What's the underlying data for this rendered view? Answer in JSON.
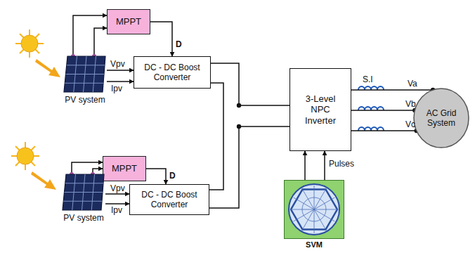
{
  "diagram": {
    "nodes": [
      {
        "text": [
          "MPPT"
        ]
      },
      {
        "text": [
          "PV system"
        ]
      },
      {
        "text": [
          "DC - DC Boost Converter"
        ]
      },
      {
        "text": [
          "3-Level NPC Inverter"
        ]
      },
      {
        "text": [
          "AC Grid System"
        ]
      },
      {
        "text": [
          "MPPT"
        ]
      },
      {
        "text": [
          "PV system"
        ]
      },
      {
        "text": [
          "DC - DC Boost Converter"
        ]
      },
      {
        "text": [
          "SVM"
        ]
      }
    ],
    "edges": [
      {
        "from": 1,
        "to": 0,
        "arrow": "to"
      },
      {
        "from": 1,
        "to": 0,
        "arrow": "to"
      },
      {
        "from": 1,
        "to": 2,
        "arrow": "to",
        "label": "Vpv"
      },
      {
        "from": 1,
        "to": 2,
        "arrow": "to",
        "label": "Ipv"
      },
      {
        "from": 0,
        "to": 2,
        "arrow": "to",
        "label": "D"
      },
      {
        "from": 2,
        "to": 3,
        "arrow": "none"
      },
      {
        "from": 2,
        "to": 7,
        "arrow": "none"
      },
      {
        "from": 7,
        "to": 3,
        "arrow": "none"
      },
      {
        "from": 3,
        "to": 4,
        "arrow": "none",
        "label": "Va"
      },
      {
        "from": 3,
        "to": 4,
        "arrow": "none",
        "label": "Vb"
      },
      {
        "from": 3,
        "to": 4,
        "arrow": "none",
        "label": "Vc"
      },
      {
        "from": 6,
        "to": 5,
        "arrow": "to"
      },
      {
        "from": 6,
        "to": 5,
        "arrow": "to"
      },
      {
        "from": 6,
        "to": 7,
        "arrow": "to",
        "label": "Vpv"
      },
      {
        "from": 6,
        "to": 7,
        "arrow": "to",
        "label": "Ipv"
      },
      {
        "from": 5,
        "to": 7,
        "arrow": "to",
        "label": "D"
      },
      {
        "from": 8,
        "to": 3,
        "arrow": "to"
      },
      {
        "from": 8,
        "to": 3,
        "arrow": "to",
        "label": "Pulses"
      }
    ],
    "labels": [
      "S.I"
    ]
  }
}
